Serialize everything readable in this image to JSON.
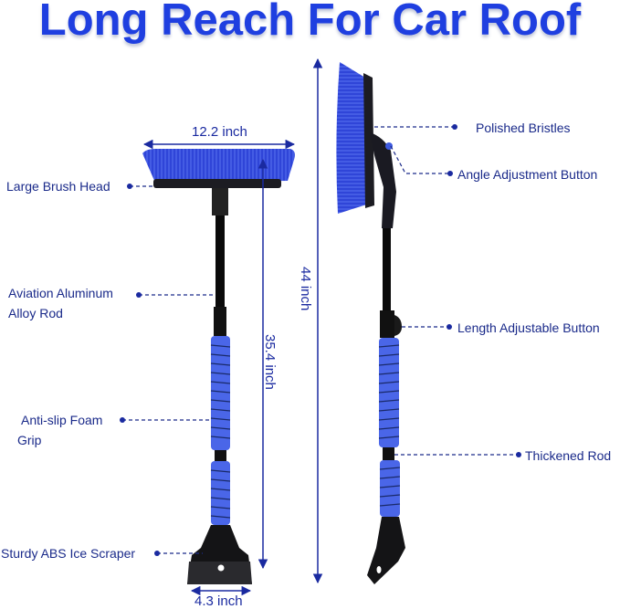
{
  "title": "Long Reach For Car Roof",
  "left_view": {
    "labels": [
      {
        "id": "large-brush-head",
        "text": "Large Brush Head"
      },
      {
        "id": "aviation-rod-line1",
        "text": "Aviation Aluminum"
      },
      {
        "id": "aviation-rod-line2",
        "text": "Alloy Rod"
      },
      {
        "id": "foam-grip-line1",
        "text": "Anti-slip Foam"
      },
      {
        "id": "foam-grip-line2",
        "text": "Grip"
      },
      {
        "id": "ice-scraper",
        "text": "Sturdy ABS Ice Scraper"
      }
    ],
    "dimensions": {
      "brush_width": "12.2 inch",
      "collapsed_length": "35.4 inch",
      "scraper_width": "4.3 inch"
    }
  },
  "right_view": {
    "labels": [
      {
        "id": "polished-bristles",
        "text": "Polished Bristles"
      },
      {
        "id": "angle-button",
        "text": "Angle Adjustment Button"
      },
      {
        "id": "length-button",
        "text": "Length Adjustable Button"
      },
      {
        "id": "thickened-rod",
        "text": "Thickened Rod"
      }
    ],
    "dimensions": {
      "extended_length": "44 inch"
    }
  },
  "colors": {
    "title": "#1f3fe0",
    "label_text": "#1a2a8a",
    "dimension_line": "#1a2aa0",
    "bristles": "#2f45d8",
    "foam": "#4a66e8",
    "rod": "#0a0a0a"
  }
}
